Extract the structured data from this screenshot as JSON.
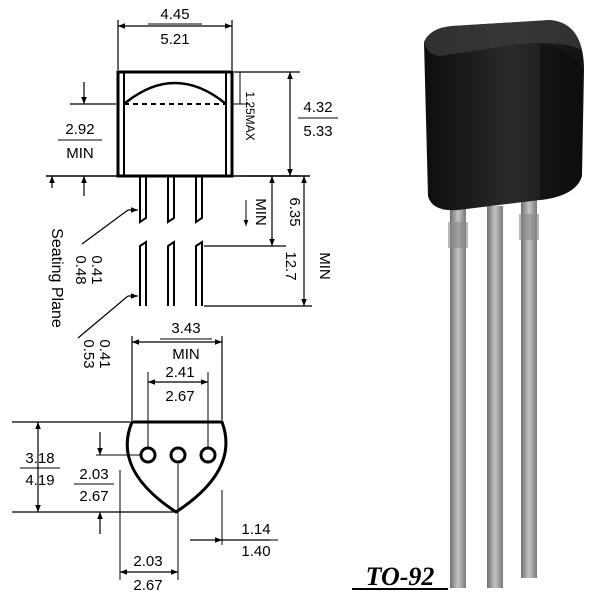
{
  "drawing": {
    "body_width_min": "4.45",
    "body_width_max": "5.21",
    "body_height_min": "4.32",
    "body_height_max": "5.33",
    "dome_height_max": "1.25MAX",
    "flat_offset_min": "2.92",
    "flat_offset_label": "MIN",
    "lead_gap_min": "6.35",
    "lead_gap_label": "MIN",
    "lead_length_min": "12.7",
    "lead_length_label": "MIN",
    "seating_plane": "Seating Plane",
    "lead_width_a_min": "0.41",
    "lead_width_a_max": "0.48",
    "lead_width_b_min": "0.41",
    "lead_width_b_max": "0.53",
    "bottom_width_min": "3.43",
    "bottom_width_label": "MIN",
    "pin_pitch_min": "2.41",
    "pin_pitch_max": "2.67",
    "depth_min": "3.18",
    "depth_max": "4.19",
    "flat_to_pin_min": "2.03",
    "flat_to_pin_max": "2.67",
    "pin_span_min": "2.03",
    "pin_span_max": "2.67",
    "edge_clear_min": "1.14",
    "edge_clear_max": "1.40"
  },
  "package_name": "TO-92",
  "colors": {
    "ink": "#000000",
    "body": "#1b1b1b",
    "lead": "#9a9a9a"
  }
}
